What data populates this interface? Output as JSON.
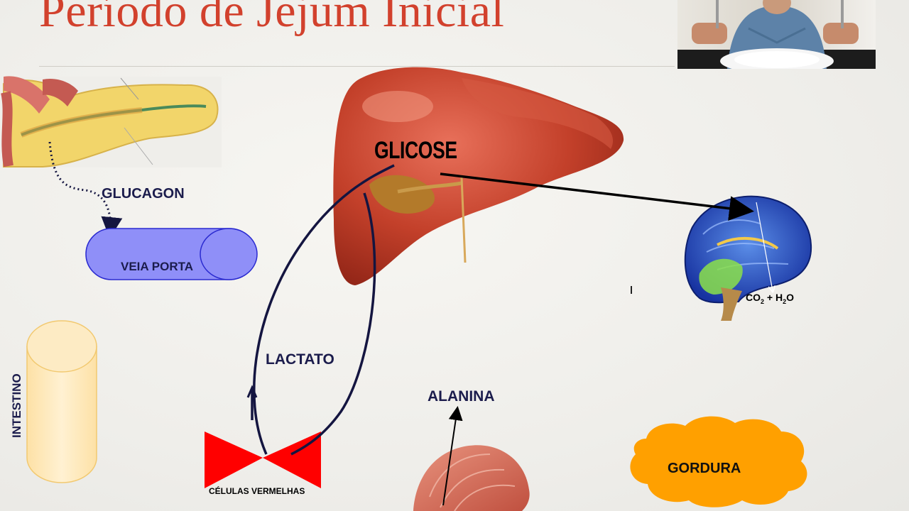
{
  "slide": {
    "title": "Período de Jejum Inicial"
  },
  "labels": {
    "glucagon": "GLUCAGON",
    "veia_porta": "VEIA PORTA",
    "glicose": "GLICOSE",
    "lactato": "LACTATO",
    "alanina": "ALANINA",
    "celulas_vermelhas": "CÉLULAS VERMELHAS",
    "gordura": "GORDURA",
    "intestino": "INTESTINO",
    "co2_h2o": {
      "co": "CO",
      "sub1": "2",
      "mid": " + H",
      "sub2": "2",
      "end": "O"
    }
  },
  "colors": {
    "title": "#d2412d",
    "label_text": "#1b1c4c",
    "veia_porta_fill": "#8f8ff8",
    "veia_porta_stroke": "#2a2ad0",
    "intestino_fill": "#fde7b8",
    "intestino_stroke": "#f2c970",
    "celulas_fill": "#ff0000",
    "gordura_fill": "#ffa000",
    "arrow": "#141540"
  },
  "icons": {
    "pancreas": "pancreas-illustration",
    "liver": "liver-illustration",
    "brain": "brain-illustration",
    "muscle": "muscle-illustration",
    "photo": "hungry-man-photo"
  }
}
